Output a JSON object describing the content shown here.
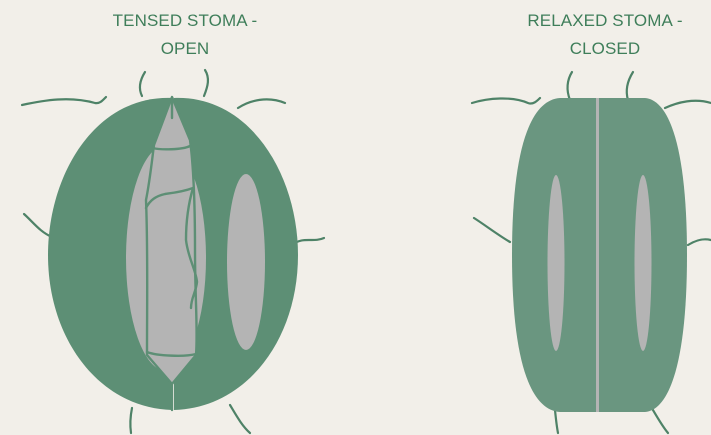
{
  "open_stoma": {
    "title_line1": "TENSED STOMA -",
    "title_line2": "OPEN"
  },
  "closed_stoma": {
    "title_line1": "RELAXED STOMA -",
    "title_line2": "CLOSED"
  },
  "colors": {
    "background": "#f2efe9",
    "guard_cell_open": "#5d8f75",
    "guard_cell_closed": "#6a9680",
    "vacuole_pore": "#b4b4b4",
    "cell_wall_lines": "#4e8267",
    "label_text": "#3f7e5a"
  }
}
